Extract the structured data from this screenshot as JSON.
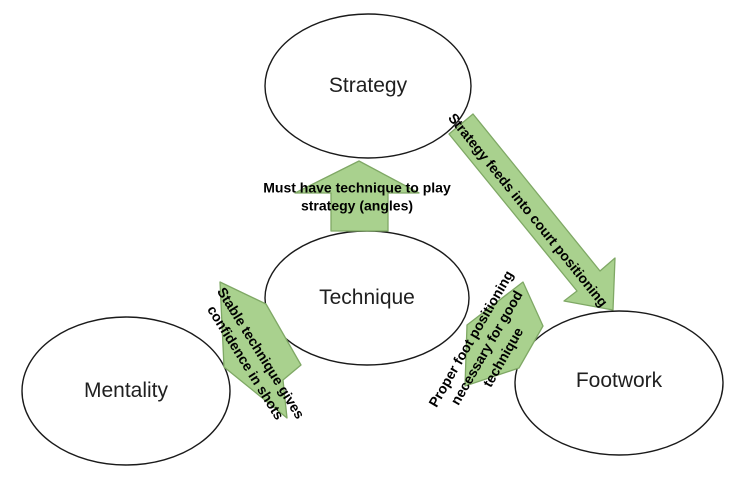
{
  "diagram": {
    "nodes": [
      {
        "id": "strategy",
        "label": "Strategy"
      },
      {
        "id": "technique",
        "label": "Technique"
      },
      {
        "id": "mentality",
        "label": "Mentality"
      },
      {
        "id": "footwork",
        "label": "Footwork"
      }
    ],
    "arrows": [
      {
        "id": "technique-to-strategy",
        "direction": "up",
        "label": "Must have technique to play strategy (angles)",
        "lines": [
          "Must have technique to play",
          "strategy (angles)"
        ]
      },
      {
        "id": "strategy-to-footwork",
        "direction": "down-right",
        "label": "Strategy feeds into court positioning",
        "lines": [
          "Strategy feeds into court positioning"
        ]
      },
      {
        "id": "technique-to-mentality",
        "direction": "down-left",
        "label": "Stable technique gives confidence in shots",
        "lines": [
          "Stable technique gives",
          "confidence in shots"
        ]
      },
      {
        "id": "footwork-to-technique",
        "direction": "up-left",
        "label": "Proper foot positioning necessary for good technique",
        "lines": [
          "Proper foot positioning",
          "necessary for good",
          "technique"
        ]
      }
    ],
    "colors": {
      "arrow_fill": "#a9d18e",
      "arrow_stroke": "#7fa865",
      "ellipse_fill": "#ffffff",
      "ellipse_stroke": "#1a1a1a",
      "label_text": "#1f1f1f",
      "arrow_label_text": "#000000",
      "background": "#ffffff"
    }
  }
}
